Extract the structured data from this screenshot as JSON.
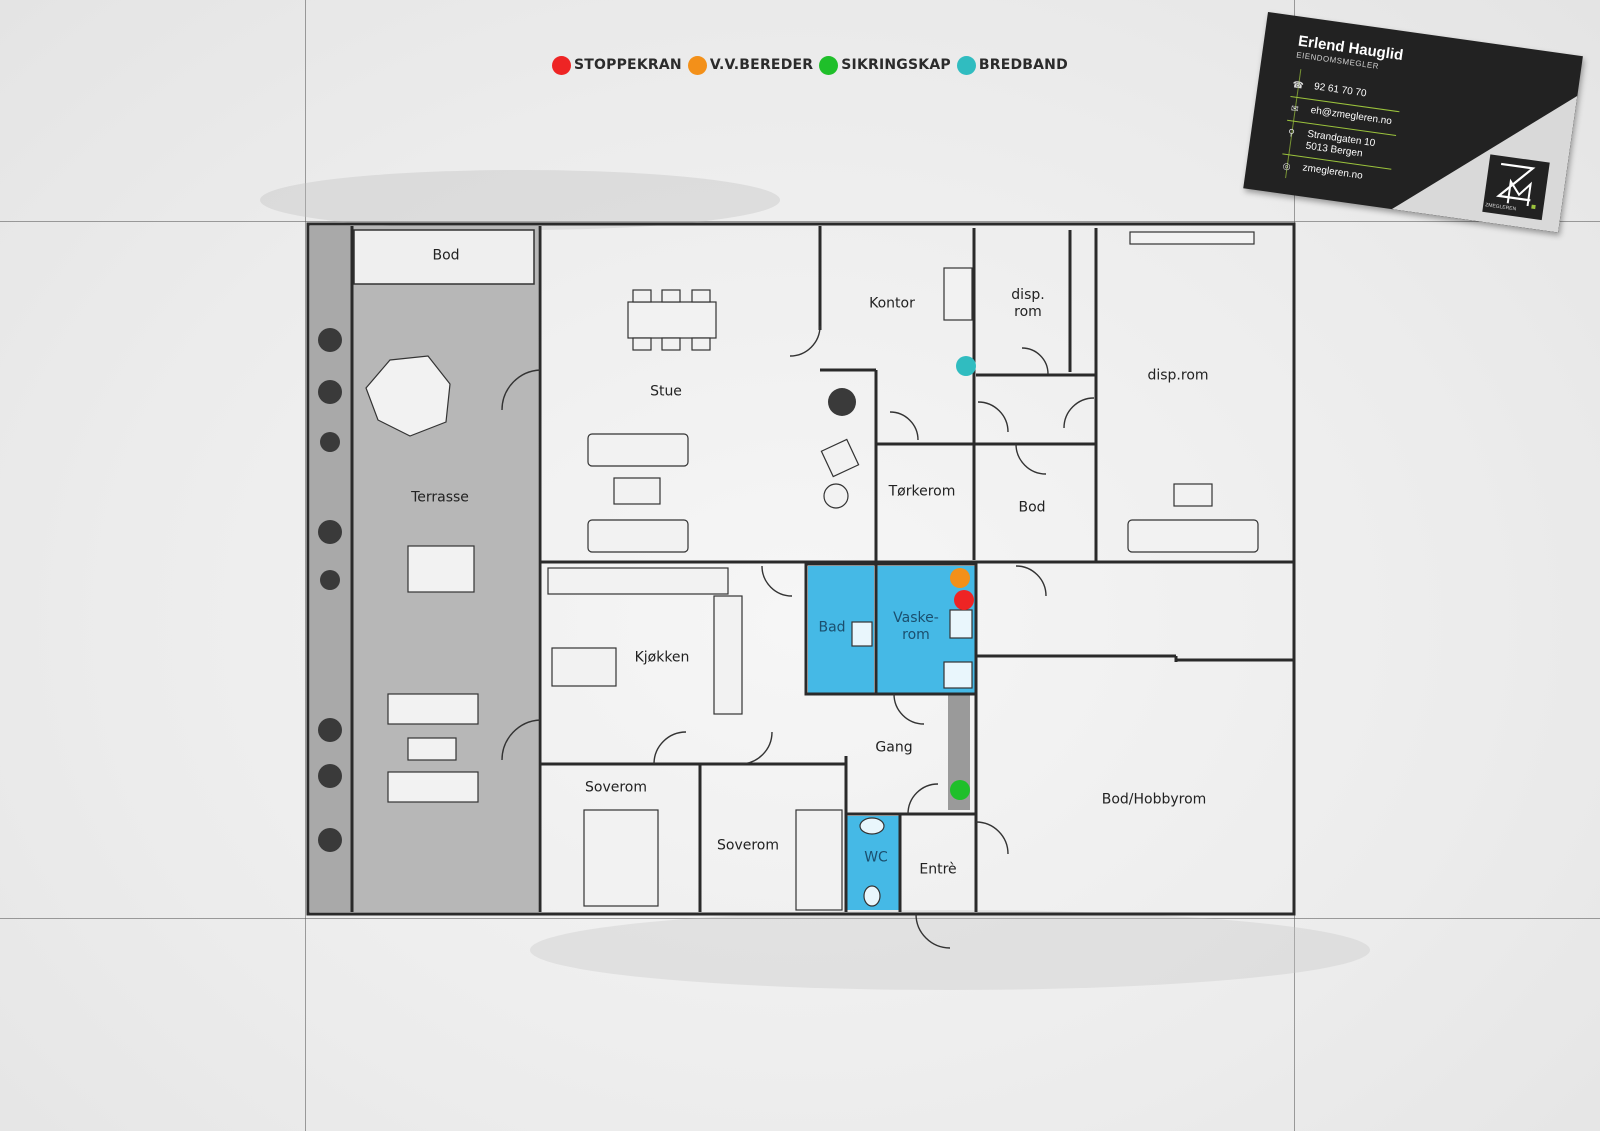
{
  "legend": [
    {
      "label": "STOPPEKRAN",
      "color": "#ee2424"
    },
    {
      "label": "V.V.BEREDER",
      "color": "#f39019"
    },
    {
      "label": "SIKRINGSKAP",
      "color": "#1fbf2a"
    },
    {
      "label": "BREDBAND",
      "color": "#30bcc0"
    }
  ],
  "rooms": {
    "bod_top": "Bod",
    "terrasse": "Terrasse",
    "stue": "Stue",
    "kontor": "Kontor",
    "disp_rom_small_line1": "disp.",
    "disp_rom_small_line2": "rom",
    "disp_rom_large": "disp.rom",
    "torkerom": "Tørkerom",
    "bod_mid": "Bod",
    "kjokken": "Kjøkken",
    "bad": "Bad",
    "vaskerom_line1": "Vaske-",
    "vaskerom_line2": "rom",
    "gang": "Gang",
    "soverom_1": "Soverom",
    "soverom_2": "Soverom",
    "wc": "WC",
    "entre": "Entrè",
    "bod_hobbyrom": "Bod/Hobbyrom"
  },
  "colors": {
    "wet_room": "#45b9e6",
    "terrace": "#b4b4b4",
    "wall": "#2a2a2a"
  },
  "card": {
    "name": "Erlend Hauglid",
    "title": "EIENDOMSMEGLER",
    "phone": "92 61 70 70",
    "email": "eh@zmegleren.no",
    "address_line1": "Strandgaten 10",
    "address_line2": "5013 Bergen",
    "web": "zmegleren.no",
    "logo_text": "ZMEGLEREN",
    "accent": "#9bc33c",
    "icons": [
      "phone-icon",
      "mail-icon",
      "location-icon",
      "globe-icon"
    ]
  }
}
